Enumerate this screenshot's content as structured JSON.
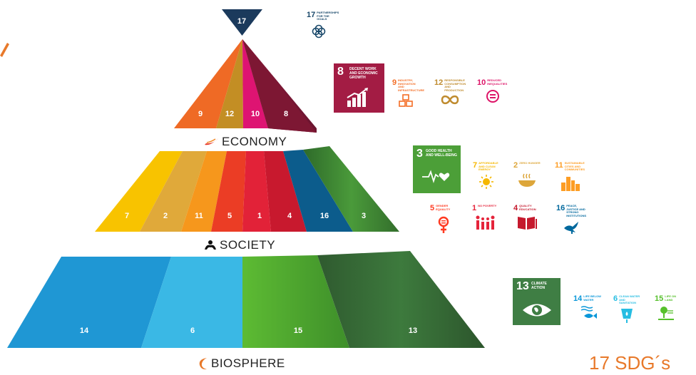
{
  "top_tip": {
    "number": "17"
  },
  "partnerships": {
    "number": "17",
    "title": "PARTNERSHIPS FOR THE GOALS"
  },
  "economy": {
    "label": "ECONOMY",
    "segments": [
      "9",
      "12",
      "10",
      "8"
    ],
    "featured": {
      "number": "8",
      "title": "DECENT WORK AND ECONOMIC GROWTH",
      "color": "#a31c44"
    },
    "goals": [
      {
        "number": "9",
        "title": "INDUSTRY, INNOVATION AND INFRASTRUCTURE",
        "color": "#f36d25",
        "icon": "cubes-icon"
      },
      {
        "number": "12",
        "title": "RESPONSIBLE CONSUMPTION AND PRODUCTION",
        "color": "#bf8b2e",
        "icon": "infinity-icon"
      },
      {
        "number": "10",
        "title": "REDUCED INEQUALITIES",
        "color": "#dd1367",
        "icon": "equals-icon"
      }
    ]
  },
  "society": {
    "label": "SOCIETY",
    "segments": [
      "7",
      "2",
      "11",
      "5",
      "1",
      "4",
      "16",
      "3"
    ],
    "featured": {
      "number": "3",
      "title": "GOOD HEALTH AND WELL-BEING",
      "color": "#4c9f38"
    },
    "goals_row1": [
      {
        "number": "7",
        "title": "AFFORDABLE AND CLEAN ENERGY",
        "color": "#f5b700",
        "icon": "sun-icon"
      },
      {
        "number": "2",
        "title": "ZERO HUNGER",
        "color": "#dda63a",
        "icon": "bowl-icon"
      },
      {
        "number": "11",
        "title": "SUSTAINABLE CITIES AND COMMUNITIES",
        "color": "#fd9d24",
        "icon": "city-icon"
      }
    ],
    "goals_row2": [
      {
        "number": "5",
        "title": "GENDER EQUALITY",
        "color": "#ff3a21",
        "icon": "gender-icon"
      },
      {
        "number": "1",
        "title": "NO POVERTY",
        "color": "#e5243b",
        "icon": "family-icon"
      },
      {
        "number": "4",
        "title": "QUALITY EDUCATION",
        "color": "#c5192d",
        "icon": "book-icon"
      },
      {
        "number": "16",
        "title": "PEACE, JUSTICE AND STRONG INSTITUTIONS",
        "color": "#00689d",
        "icon": "dove-icon"
      }
    ]
  },
  "biosphere": {
    "label": "BIOSPHERE",
    "segments": [
      "14",
      "6",
      "15",
      "13"
    ],
    "featured": {
      "number": "13",
      "title": "CLIMATE ACTION",
      "color": "#3f7e44"
    },
    "goals": [
      {
        "number": "14",
        "title": "LIFE BELOW WATER",
        "color": "#0a97d9",
        "icon": "fish-icon"
      },
      {
        "number": "6",
        "title": "CLEAN WATER AND SANITATION",
        "color": "#26bde2",
        "icon": "water-icon"
      },
      {
        "number": "15",
        "title": "LIFE ON LAND",
        "color": "#56c02b",
        "icon": "tree-icon"
      }
    ]
  },
  "footer": {
    "count_text": "17 SDG´s"
  }
}
